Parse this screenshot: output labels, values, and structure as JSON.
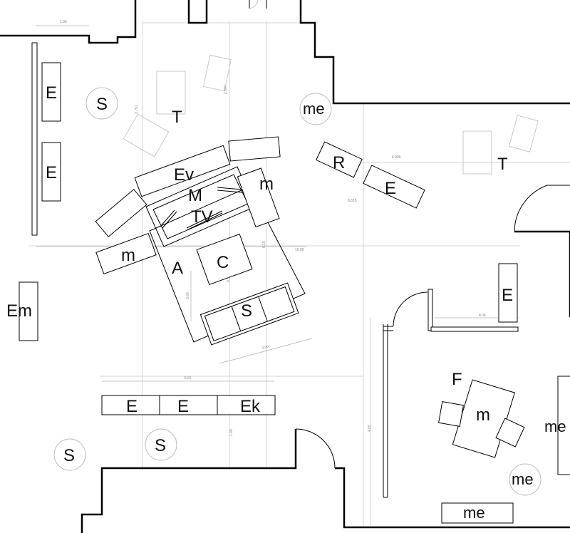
{
  "labels": {
    "E_left_top": "E",
    "E_left_mid": "E",
    "S_top_left": "S",
    "T_left": "T",
    "me_top": "me",
    "Ev": "Ev",
    "M": "M",
    "TV": "TV",
    "m_right_sofa": "m",
    "m_left_sofa": "m",
    "A": "A",
    "C": "C",
    "S_sofa": "S",
    "R": "R",
    "E_angled": "E",
    "T_right": "T",
    "Em": "Em",
    "E_right": "E",
    "F": "F",
    "m_table": "m",
    "me_right_edge": "me",
    "me_circle_bottom": "me",
    "me_bottom": "me",
    "E_bottom_1": "E",
    "E_bottom_2": "E",
    "Ek": "Ek",
    "S_bottom_left": "S",
    "S_bottom_mid": "S"
  },
  "dimensions": {
    "top_left": "1.06",
    "upper_v1": "3.751",
    "upper_v2": "2.507",
    "right_upper": "6.906",
    "right_mid": "8.815",
    "long_horizontal": "10.90",
    "inner_v": "6.15",
    "small_v1": "3.66",
    "small_v2": "0.5",
    "sofa_width": "3.00",
    "right_room": "4.06",
    "bottom_h": "3.60",
    "bottom_v1": "1.45",
    "bottom_v2": "4.09"
  }
}
